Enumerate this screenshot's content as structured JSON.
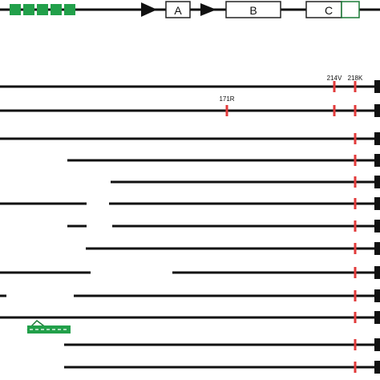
{
  "genes": [
    "A",
    "B",
    "C"
  ],
  "mutations": [
    "171R",
    "214V",
    "218K"
  ],
  "colors": {
    "line": "#111111",
    "green": "#22a04a",
    "green_dark": "#1a7a36",
    "mutation": "#e23a3a",
    "box_stroke": "#222222",
    "background": "#ffffff"
  }
}
